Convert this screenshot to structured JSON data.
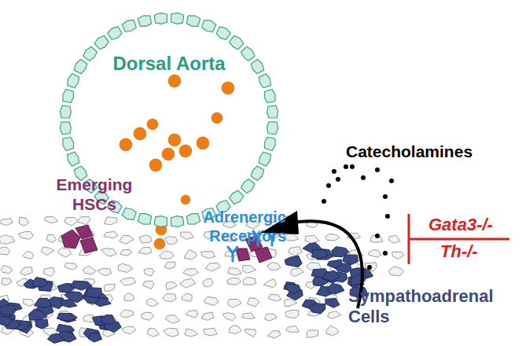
{
  "diagram": {
    "nodes": [
      {
        "text": [
          "Dorsal Aorta"
        ]
      }
    ],
    "labels": [
      "Emerging HSCs",
      "Adrenergic Receptors",
      "Catecholamines",
      "Gata3-/-",
      "Th-/-",
      "Sympathoadrenal Cells"
    ]
  }
}
